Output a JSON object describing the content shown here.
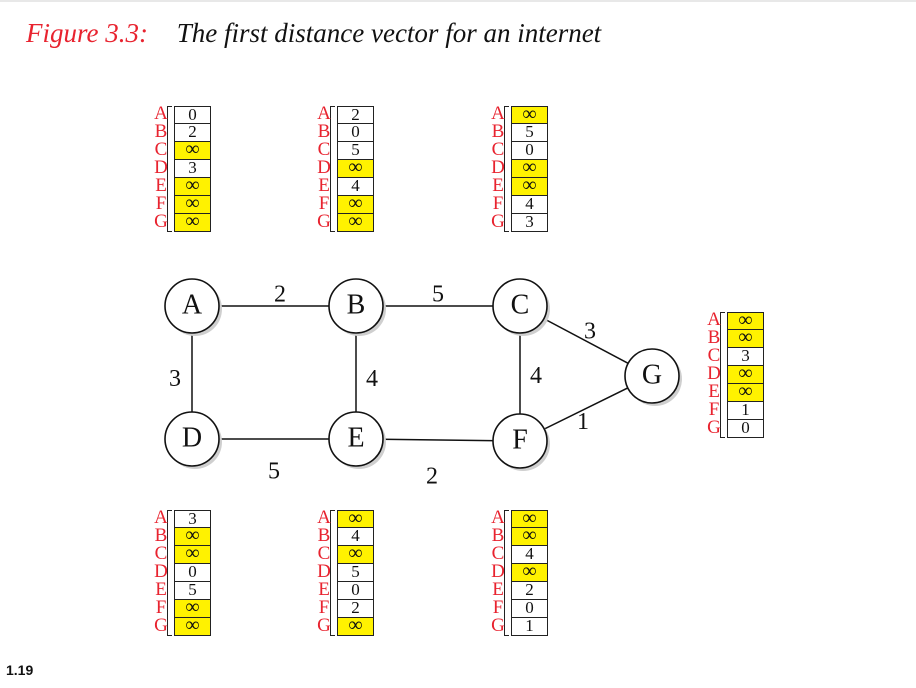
{
  "title": {
    "figure_label": "Figure 3.3:",
    "caption": "The first distance vector for an internet"
  },
  "page_number": "1.19",
  "colors": {
    "accent_red": "#e8232f",
    "infinity_fill": "#fff200",
    "ink": "#111111"
  },
  "row_labels": [
    "A",
    "B",
    "C",
    "D",
    "E",
    "F",
    "G"
  ],
  "nodes": [
    {
      "id": "A",
      "label": "A"
    },
    {
      "id": "B",
      "label": "B"
    },
    {
      "id": "C",
      "label": "C"
    },
    {
      "id": "D",
      "label": "D"
    },
    {
      "id": "E",
      "label": "E"
    },
    {
      "id": "F",
      "label": "F"
    },
    {
      "id": "G",
      "label": "G"
    }
  ],
  "edges": [
    {
      "from": "A",
      "to": "B",
      "cost": "2"
    },
    {
      "from": "B",
      "to": "C",
      "cost": "5"
    },
    {
      "from": "C",
      "to": "G",
      "cost": "3"
    },
    {
      "from": "A",
      "to": "D",
      "cost": "3"
    },
    {
      "from": "B",
      "to": "E",
      "cost": "4"
    },
    {
      "from": "C",
      "to": "F",
      "cost": "4"
    },
    {
      "from": "F",
      "to": "G",
      "cost": "1"
    },
    {
      "from": "D",
      "to": "E",
      "cost": "5"
    },
    {
      "from": "E",
      "to": "F",
      "cost": "2"
    }
  ],
  "vectors": {
    "A": [
      "0",
      "2",
      "∞",
      "3",
      "∞",
      "∞",
      "∞"
    ],
    "B": [
      "2",
      "0",
      "5",
      "∞",
      "4",
      "∞",
      "∞"
    ],
    "C": [
      "∞",
      "5",
      "0",
      "∞",
      "∞",
      "4",
      "3"
    ],
    "D": [
      "3",
      "∞",
      "∞",
      "0",
      "5",
      "∞",
      "∞"
    ],
    "E": [
      "∞",
      "4",
      "∞",
      "5",
      "0",
      "2",
      "∞"
    ],
    "F": [
      "∞",
      "∞",
      "4",
      "∞",
      "2",
      "0",
      "1"
    ],
    "G": [
      "∞",
      "∞",
      "3",
      "∞",
      "∞",
      "1",
      "0"
    ]
  }
}
